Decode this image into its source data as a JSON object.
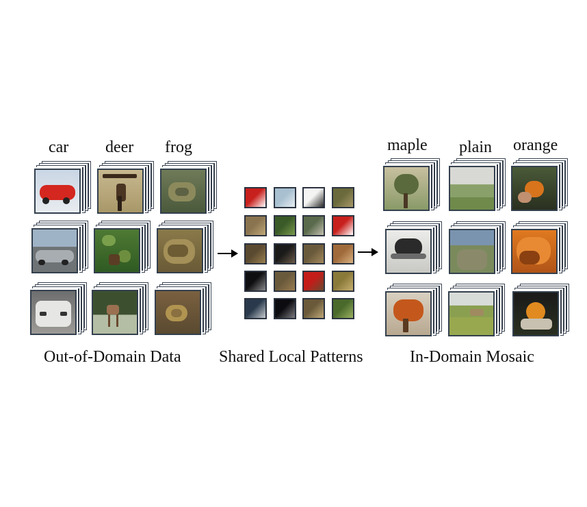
{
  "labels": {
    "left": [
      "car",
      "deer",
      "frog"
    ],
    "right": [
      "maple",
      "plain",
      "orange"
    ]
  },
  "captions": {
    "left": "Out-of-Domain Data",
    "middle": "Shared Local Patterns",
    "right": "In-Domain Mosaic"
  },
  "colors": {
    "frame": "#2f3845",
    "arrow": "#000000",
    "background": "#ffffff"
  }
}
